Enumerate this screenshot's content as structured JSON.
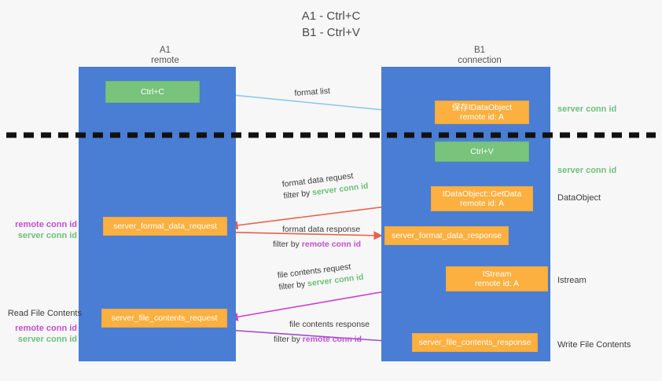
{
  "title": {
    "line1": "A1 - Ctrl+C",
    "line2": "B1 - Ctrl+V"
  },
  "columns": [
    {
      "id": "a1",
      "name": "A1",
      "sub": "remote"
    },
    {
      "id": "b1",
      "name": "B1",
      "sub": "connection"
    }
  ],
  "nodes": [
    {
      "id": "ctrl-c",
      "lane": "a1",
      "color": "green",
      "line1": "Ctrl+C",
      "line2": ""
    },
    {
      "id": "save-idataobject",
      "lane": "b1",
      "color": "orange",
      "line1": "保存IDataObject",
      "line2": "remote id: A"
    },
    {
      "id": "ctrl-v",
      "lane": "b1",
      "color": "green",
      "line1": "Ctrl+V",
      "line2": ""
    },
    {
      "id": "getdata",
      "lane": "b1",
      "color": "orange",
      "line1": "IDataObject::GetData",
      "line2": "remote id: A"
    },
    {
      "id": "istream",
      "lane": "b1",
      "color": "orange",
      "line1": "IStream",
      "line2": "remote id: A"
    },
    {
      "id": "format-data-request",
      "lane": "a1",
      "color": "orange",
      "line1": "server_format_data_request",
      "line2": ""
    },
    {
      "id": "format-data-response",
      "lane": "b1",
      "color": "orange",
      "line1": "server_format_data_response",
      "line2": ""
    },
    {
      "id": "file-contents-request",
      "lane": "a1",
      "color": "orange",
      "line1": "server_file_contents_request",
      "line2": ""
    },
    {
      "id": "file-contents-response",
      "lane": "b1",
      "color": "orange",
      "line1": "server_file_contents_response",
      "line2": ""
    }
  ],
  "side_labels": {
    "server_conn_id_top": "server conn id",
    "server_conn_id_second": "server conn id",
    "dataobject": "DataObject",
    "istream": "Istream",
    "write_file_contents": "Write File Contents",
    "read_file_contents": "Read File Contents",
    "remote_conn_id": "remote conn id",
    "server_conn_id": "server conn id"
  },
  "annotations": {
    "format_list": "format list",
    "format_data_request": "format data request",
    "format_data_response": "format data response",
    "file_contents_request": "file contents request",
    "file_contents_response": "file contents response",
    "filter_by": "filter by",
    "server_conn_id": "server conn id",
    "remote_conn_id": "remote conn id"
  },
  "colors": {
    "lane": "#4a7ed4",
    "green_node": "#78c47c",
    "orange_node": "#fbb040",
    "green_text": "#6ec07a",
    "purple_text": "#c24fd0",
    "arrow_blue": "#8ec6f0",
    "arrow_red": "#e8604c",
    "arrow_magenta": "#cc3fcf",
    "arrow_purple": "#9a4fd0",
    "arrow_black": "#111111",
    "background": "#f7f7f7"
  }
}
